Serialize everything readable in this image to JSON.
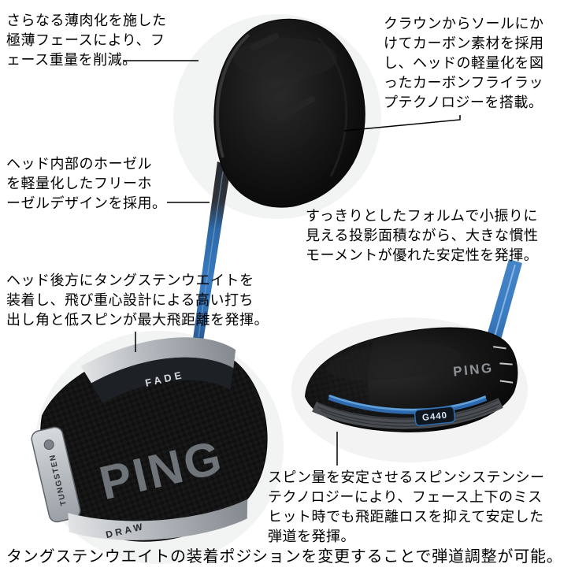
{
  "annotations": {
    "thin_face": {
      "lines": [
        "さらなる薄肉化を施した",
        "極薄フェースにより、フ",
        "ェース重量を削減。"
      ]
    },
    "carbonfly": {
      "lines": [
        "クラウンからソールにか",
        "けてカーボン素材を採用",
        "し、ヘッドの軽量化を図",
        "ったカーボンフライラッ",
        "プテクノロジーを搭載。"
      ]
    },
    "free_hosel": {
      "lines": [
        "ヘッド内部のホーゼル",
        "を軽量化したフリーホ",
        "ーゼルデザインを採用。"
      ]
    },
    "moi": {
      "lines": [
        "すっきりとしたフォルムで小振りに",
        "見える投影面積ながら、大きな慣性",
        "モーメントが優れた安定性を発揮。"
      ]
    },
    "tungsten_cg": {
      "lines": [
        "ヘッド後方にタングステンウエイトを",
        "装着し、飛び重心設計による高い打ち",
        "出し角と低スピンが最大飛距離を発揮。"
      ]
    },
    "spinsistency": {
      "lines": [
        "スピン量を安定させるスピンシステンシー",
        "テクノロジーにより、フェース上下のミス",
        "ヒット時でも飛距離ロスを抑えて安定した",
        "弾道を発揮。"
      ]
    },
    "footer": {
      "text": "タングステンウエイトの装着ポジションを変更することで弾道調整が可能。"
    }
  },
  "club": {
    "brand": "PING",
    "model": "G440",
    "labels": {
      "fade": "FADE",
      "draw": "DRAW",
      "tungsten": "TUNGSTEN",
      "rear_brand": "PING",
      "face_brand": "PING",
      "badge": "G440"
    }
  },
  "colors": {
    "background": "#ffffff",
    "text": "#000000",
    "head_black": "#0e0e0e",
    "shaft_blue": "#3a7cc2",
    "accent_blue": "#2f6fb5",
    "silver": "#c3c7cb"
  }
}
